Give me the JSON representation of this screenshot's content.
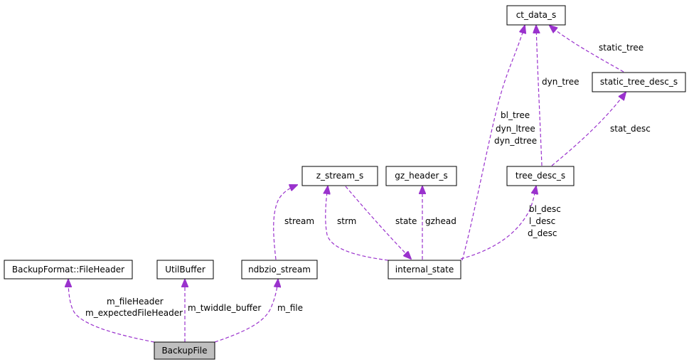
{
  "diagram": {
    "edge_color": "#9a32cd",
    "focus_fill": "#bfbfbf",
    "nodes": {
      "backup_file": "BackupFile",
      "file_header": "BackupFormat::FileHeader",
      "util_buffer": "UtilBuffer",
      "ndbzio_stream": "ndbzio_stream",
      "z_stream_s": "z_stream_s",
      "gz_header_s": "gz_header_s",
      "internal_state": "internal_state",
      "tree_desc_s": "tree_desc_s",
      "ct_data_s": "ct_data_s",
      "static_tree_desc_s": "static_tree_desc_s"
    },
    "edge_labels": {
      "m_file_header": "m_fileHeader",
      "m_expected_file_header": "m_expectedFileHeader",
      "m_twiddle_buffer": "m_twiddle_buffer",
      "m_file": "m_file",
      "stream": "stream",
      "strm": "strm",
      "state": "state",
      "gzhead": "gzhead",
      "bl_desc": "bl_desc",
      "l_desc": "l_desc",
      "d_desc": "d_desc",
      "bl_tree": "bl_tree",
      "dyn_ltree": "dyn_ltree",
      "dyn_dtree": "dyn_dtree",
      "dyn_tree": "dyn_tree",
      "stat_desc": "stat_desc",
      "static_tree": "static_tree"
    }
  }
}
